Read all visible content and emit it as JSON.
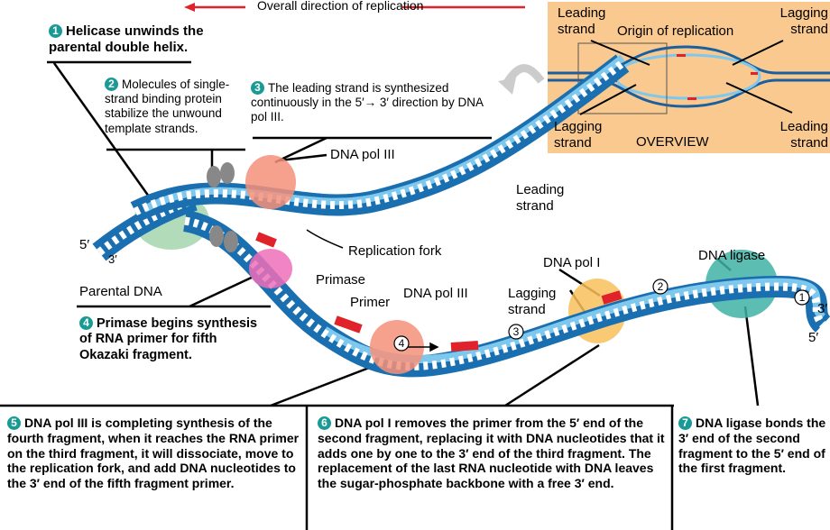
{
  "title": "Overall direction of replication",
  "overview": {
    "leading_left": "Leading strand",
    "origin": "Origin of replication",
    "lagging_right": "Lagging strand",
    "lagging_left": "Lagging strand",
    "leading_right": "Leading strand",
    "label": "OVERVIEW"
  },
  "steps": [
    {
      "num": "1",
      "text": "Helicase unwinds the parental double helix."
    },
    {
      "num": "2",
      "text": "Molecules of single-strand binding protein stabilize the unwound template strands."
    },
    {
      "num": "3",
      "text": "The leading strand is synthesized continuously in the 5′→ 3′ direction by DNA pol III."
    },
    {
      "num": "4",
      "text": "Primase begins synthesis of RNA primer for fifth Okazaki fragment."
    },
    {
      "num": "5",
      "text": "DNA pol III is completing synthesis of the fourth fragment, when it reaches the RNA primer on the third fragment, it will dissociate, move to the replication fork, and add DNA nucleotides to the 3′ end of the fifth fragment primer."
    },
    {
      "num": "6",
      "text": "DNA pol I removes the primer from the 5′ end of the second fragment, replacing it with DNA nucleotides that it adds one by one to the 3′ end of the third fragment. The replacement of the last RNA nucleotide with DNA leaves the sugar-phosphate backbone with a free 3′ end."
    },
    {
      "num": "7",
      "text": "DNA ligase bonds the 3′ end of the second fragment to the 5′ end of the first fragment."
    }
  ],
  "labels": {
    "dna_pol_iii_top": "DNA pol III",
    "leading_strand": "Leading strand",
    "replication_fork": "Replication fork",
    "five_prime_left": "5′",
    "three_prime_left": "3′",
    "parental_dna": "Parental DNA",
    "primase": "Primase",
    "primer": "Primer",
    "dna_pol_iii_bottom": "DNA pol III",
    "lagging_strand": "Lagging strand",
    "dna_pol_i": "DNA pol I",
    "dna_ligase": "DNA ligase",
    "three_prime_right": "3′",
    "five_prime_right": "5′"
  },
  "fragments": [
    "1",
    "2",
    "3",
    "4"
  ],
  "colors": {
    "dark_blue": "#1a6fb0",
    "light_blue": "#7ec8ee",
    "primer_red": "#e0232a",
    "overview_bg": "#f9c990",
    "step_badge": "#1a9a94",
    "arrow_red": "#e0232a"
  }
}
